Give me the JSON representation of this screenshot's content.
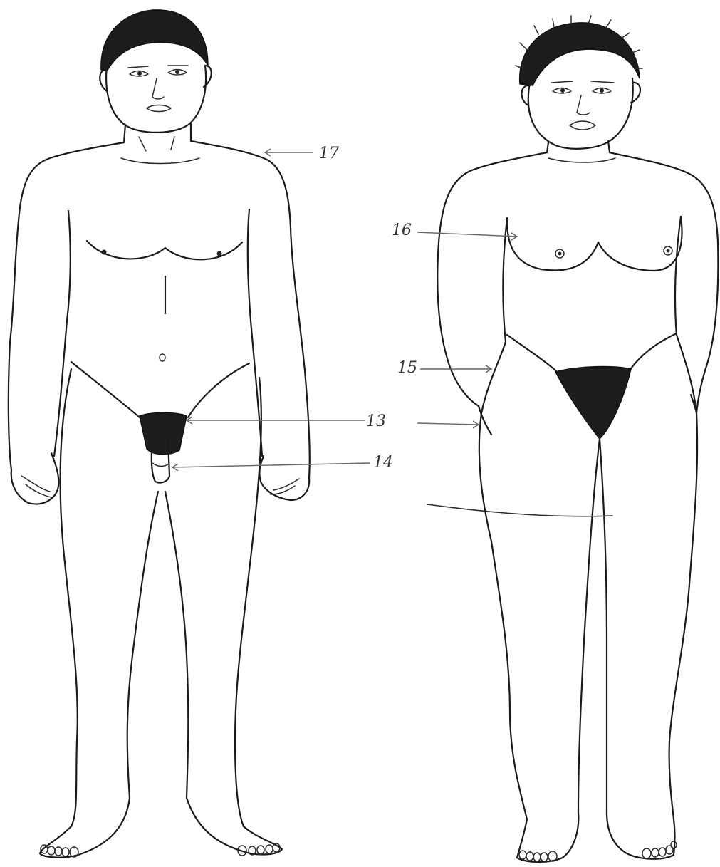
{
  "figures": [
    {
      "id": "male"
    },
    {
      "id": "female"
    }
  ],
  "labels": {
    "l13": "13",
    "l14": "14",
    "l15": "15",
    "l16": "16",
    "l17": "17"
  },
  "colors": {
    "ink": "#1a1a1a",
    "arrow": "#666666",
    "background": "#ffffff"
  }
}
